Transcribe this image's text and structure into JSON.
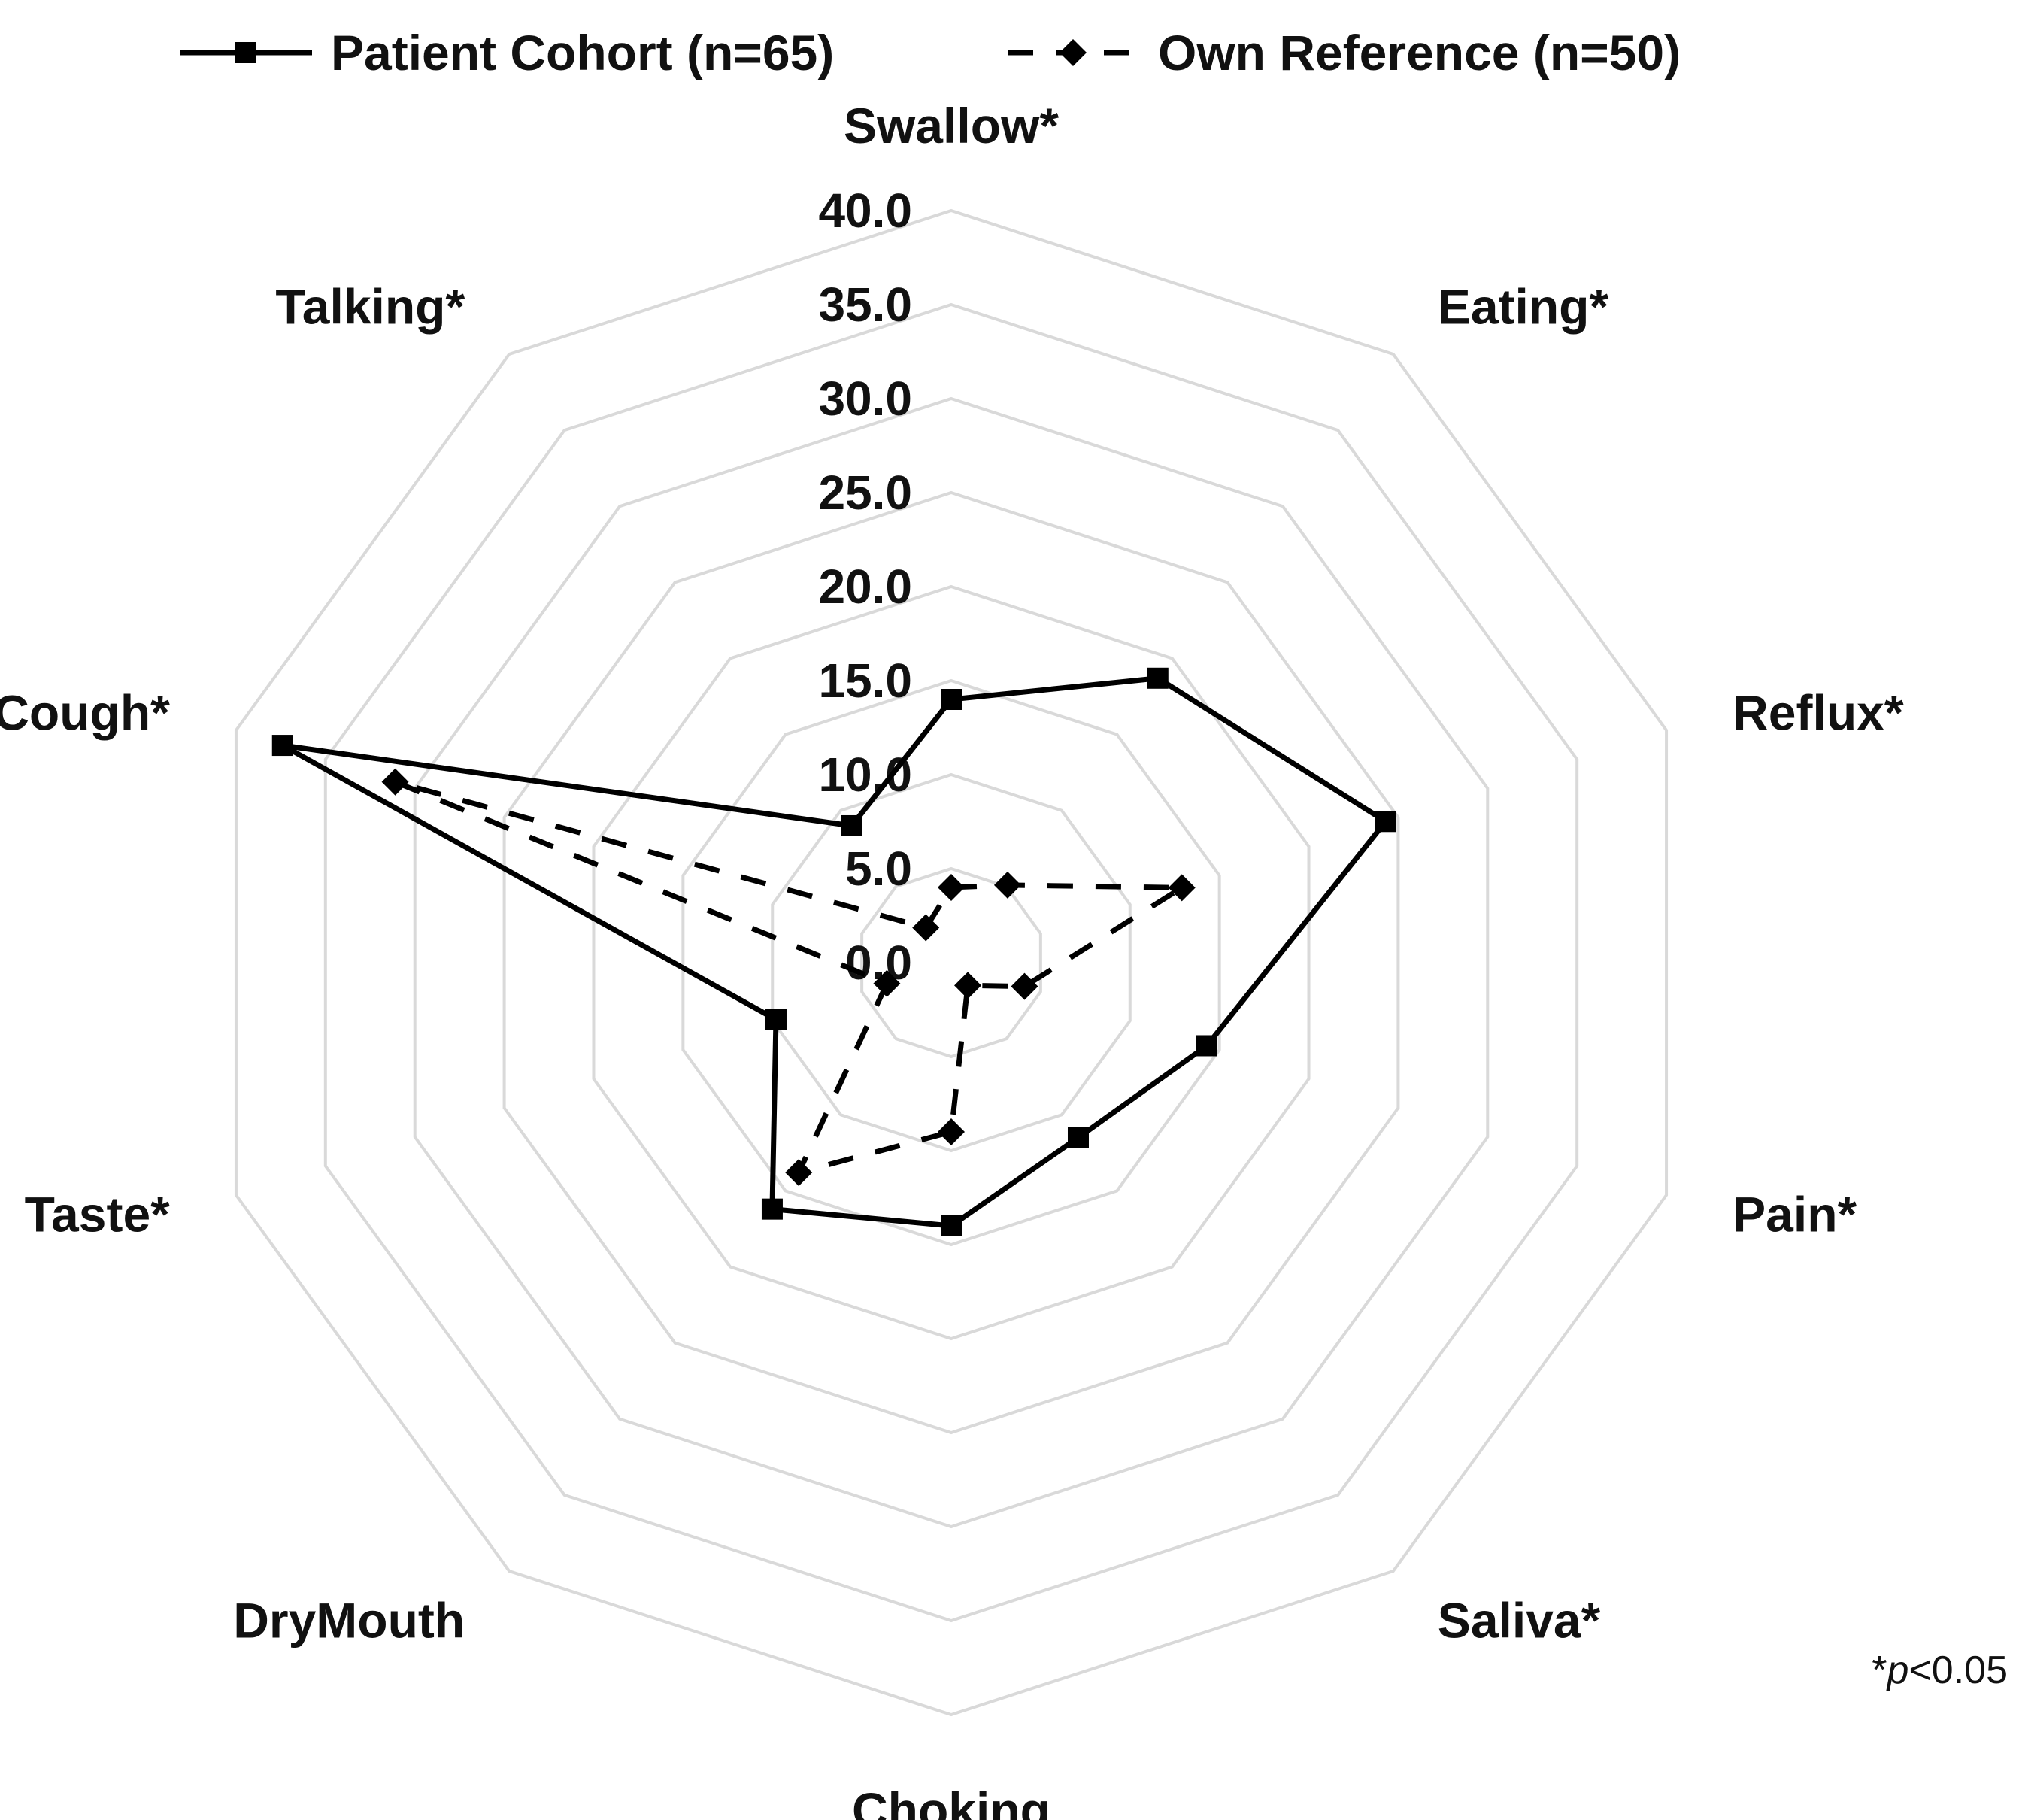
{
  "chart_data": {
    "type": "radar",
    "categories": [
      "Swallow*",
      "Eating*",
      "Reflux*",
      "Pain*",
      "Saliva*",
      "Choking",
      "DryMouth",
      "Taste*",
      "Cough*",
      "Talking*"
    ],
    "rlim": [
      0,
      40
    ],
    "ticks": [
      "0.0",
      "5.0",
      "10.0",
      "15.0",
      "20.0",
      "25.0",
      "30.0",
      "35.0",
      "40.0"
    ],
    "grid": true,
    "legend": "top",
    "series": [
      {
        "name": "Patient Cohort (n=65)",
        "values": [
          14.0,
          18.7,
          24.3,
          14.3,
          11.5,
          14.0,
          16.2,
          9.8,
          37.4,
          9.0
        ],
        "color": "#000000",
        "line": "solid",
        "marker": "square"
      },
      {
        "name": "Own Reference (n=50)",
        "values": [
          4.0,
          5.1,
          12.9,
          4.1,
          1.5,
          9.0,
          13.8,
          3.6,
          31.1,
          2.3
        ],
        "color": "#000000",
        "line": "dashed",
        "marker": "diamond"
      }
    ],
    "annotation_prefix": "*",
    "annotation_italic": "p",
    "annotation_suffix": "<0.05"
  }
}
